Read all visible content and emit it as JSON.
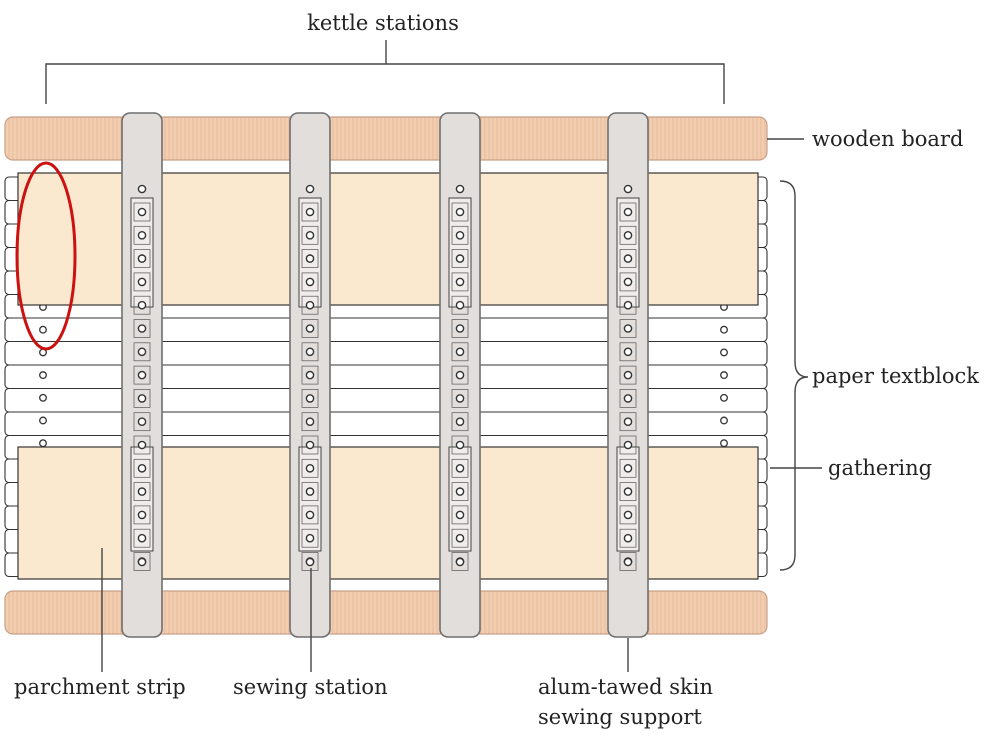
{
  "labels": {
    "kettle_stations": "kettle stations",
    "wooden_board": "wooden board",
    "paper_textblock": "paper textblock",
    "gathering": "gathering",
    "parchment_strip": "parchment strip",
    "sewing_station": "sewing station",
    "alum_line1": "alum-tawed skin",
    "alum_line2": "sewing support"
  },
  "colors": {
    "board_fill": "#f2cdb0",
    "board_stroke": "#c9a088",
    "parchment_fill": "#fbe9cf",
    "support_fill": "#e2dedb",
    "support_stroke": "#6f6f6f",
    "highlight_oval": "#cc1111",
    "leader": "#444444"
  },
  "counts": {
    "sewing_supports": 4,
    "signature_edges": 17,
    "gatherings": 2
  }
}
